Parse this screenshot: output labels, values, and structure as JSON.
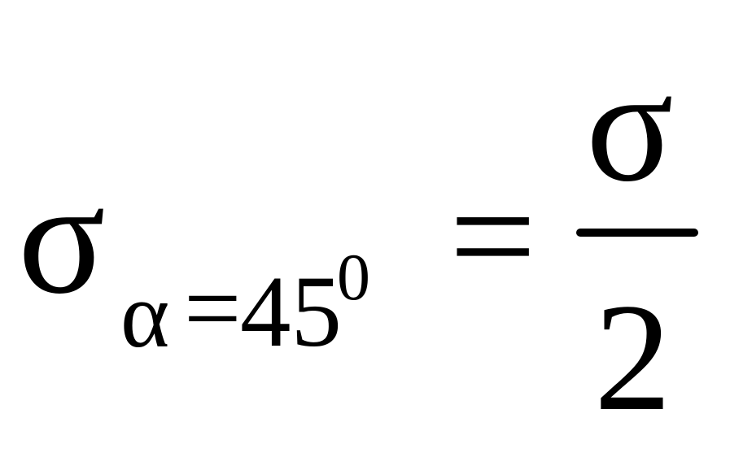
{
  "formula": {
    "lhs_symbol": "σ",
    "subscript_variable": "α",
    "subscript_equals": "=",
    "subscript_value": "45",
    "subscript_superscript": "0",
    "equals": "=",
    "numerator": "σ",
    "denominator": "2"
  },
  "colors": {
    "text": "#000000",
    "background": "#ffffff"
  }
}
